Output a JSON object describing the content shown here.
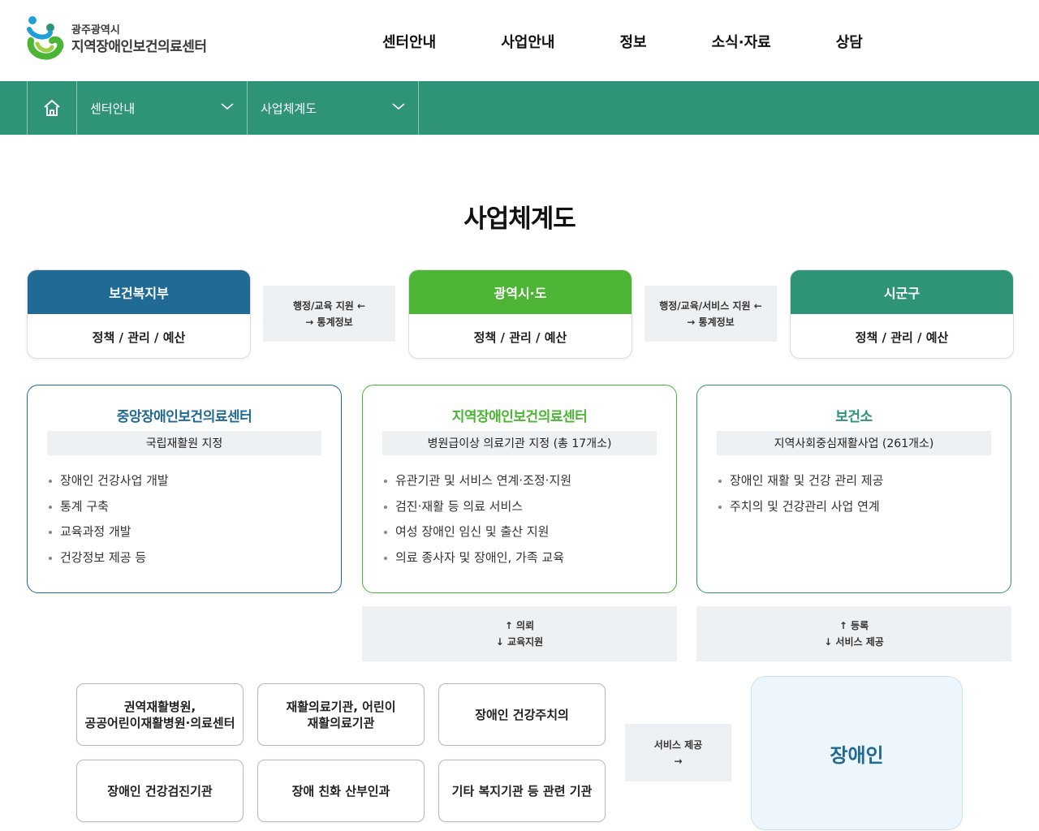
{
  "header": {
    "logo_small": "광주광역시",
    "logo_big": "지역장애인보건의료센터",
    "nav": [
      "센터안내",
      "사업안내",
      "정보",
      "소식·자료",
      "상담"
    ]
  },
  "subnav": {
    "dropdown1": "센터안내",
    "dropdown2": "사업체계도"
  },
  "page_title": "사업체계도",
  "top": [
    {
      "title": "보건복지부",
      "body": "정책 / 관리 / 예산",
      "color": "#1f6b95"
    },
    {
      "title": "광역시·도",
      "body": "정책 / 관리 / 예산",
      "color": "#4cb535"
    },
    {
      "title": "시군구",
      "body": "정책 / 관리 / 예산",
      "color": "#2f9477"
    }
  ],
  "connectors": {
    "c1": {
      "line1": "행정/교육 지원 ←",
      "line2": "→ 통계정보"
    },
    "c2": {
      "line1": "행정/교육/서비스 지원 ←",
      "line2": "→ 통계정보"
    },
    "c3": {
      "line1": "↑ 의뢰",
      "line2": "↓ 교육지원"
    },
    "c4": {
      "line1": "↑ 등록",
      "line2": "↓ 서비스 제공"
    },
    "c5": {
      "line1": "서비스 제공",
      "line2": "→"
    }
  },
  "middle": [
    {
      "title": "중앙장애인보건의료센터",
      "tag": "국립재활원 지정",
      "items": [
        "장애인 건강사업 개발",
        "통계 구축",
        "교육과정 개발",
        "건강정보 제공 등"
      ]
    },
    {
      "title": "지역장애인보건의료센터",
      "tag": "병원급이상 의료기관 지정 (총 17개소)",
      "items": [
        "유관기관 및 서비스 연계·조정·지원",
        "검진·재활 등 의료 서비스",
        "여성 장애인 임신 및 출산 지원",
        "의료 종사자 및 장애인, 가족 교육"
      ]
    },
    {
      "title": "보건소",
      "tag": "지역사회중심재활사업 (261개소)",
      "items": [
        "장애인 재활 및 건강 관리 제공",
        "주치의 및 건강관리 사업 연계"
      ]
    }
  ],
  "institutions": [
    {
      "line1": "권역재활병원,",
      "line2": "공공어린이재활병원·의료센터"
    },
    {
      "line1": "재활의료기관, 어린이",
      "line2": "재활의료기관"
    },
    {
      "line1": "장애인 건강주치의",
      "line2": ""
    },
    {
      "line1": "장애인 건강검진기관",
      "line2": ""
    },
    {
      "line1": "장애 친화 산부인과",
      "line2": ""
    },
    {
      "line1": "기타 복지기관 등 관련 기관",
      "line2": ""
    }
  ],
  "target": "장애인"
}
